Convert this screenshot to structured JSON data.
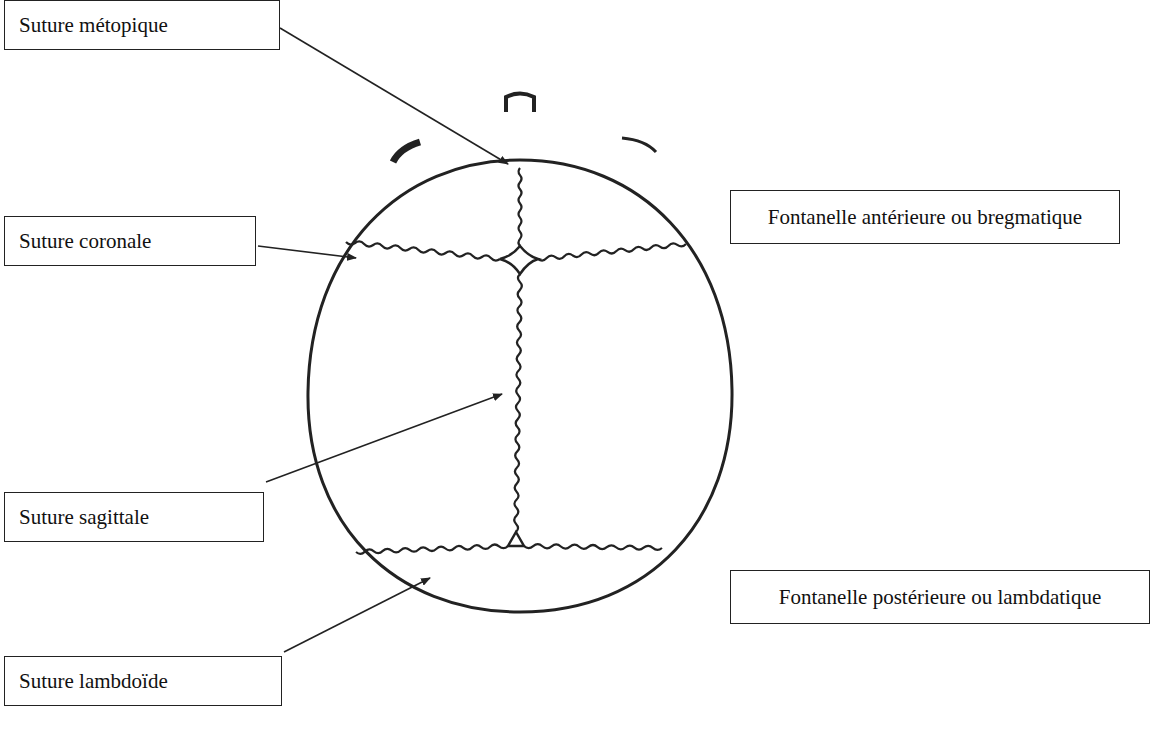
{
  "diagram": {
    "nodes": [
      {
        "text": [
          "Suture métopique"
        ]
      },
      {
        "text": [
          "Suture coronale"
        ]
      },
      {
        "text": [
          "Suture sagittale"
        ]
      },
      {
        "text": [
          "Suture lambdoïde"
        ]
      },
      {
        "text": [
          "Fontanelle antérieure ou bregmatique"
        ]
      },
      {
        "text": [
          "Fontanelle postérieure ou lambdatique"
        ]
      }
    ]
  }
}
